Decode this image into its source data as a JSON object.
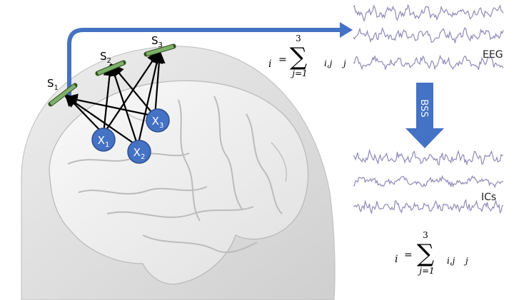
{
  "colors": {
    "arrow": "#4472c4",
    "node": "#4472c4",
    "sensor": "#7fb069",
    "trace": "#8e8ab8",
    "head": "#dcdcdc"
  },
  "sensors": [
    "S1",
    "S2",
    "S3"
  ],
  "sources": [
    "X1",
    "X2",
    "X3"
  ],
  "labels": {
    "eeg": "EEG",
    "ics": "ICs",
    "bss": "BSS"
  },
  "formula_top": {
    "lhs": "i",
    "eq": "=",
    "upper": "3",
    "lower": "j=1",
    "sub": "i,j",
    "var": "j"
  },
  "formula_bottom": {
    "lhs": "i",
    "eq": "=",
    "upper": "3",
    "lower": "j=1",
    "sub": "i,j",
    "var": "j"
  }
}
